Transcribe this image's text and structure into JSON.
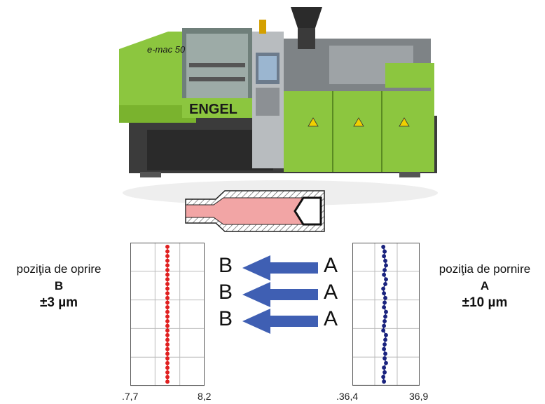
{
  "machine": {
    "model_label": "e-mac 50",
    "brand_label": "ENGEL"
  },
  "left_panel": {
    "title": "poziţia de oprire",
    "letter": "B",
    "tolerance": "±3 µm",
    "axis_min_label": ".7,7",
    "axis_max_label": "8,2",
    "point_color": "#e02020",
    "points": [
      0.5,
      0.5,
      0.5,
      0.5,
      0.5,
      0.5,
      0.5,
      0.5,
      0.5,
      0.5,
      0.5,
      0.5,
      0.5,
      0.5,
      0.5,
      0.5,
      0.5,
      0.5,
      0.5,
      0.5,
      0.5,
      0.5,
      0.5,
      0.5,
      0.5,
      0.5,
      0.5,
      0.5,
      0.5,
      0.5
    ]
  },
  "right_panel": {
    "title": "poziţia de pornire",
    "letter": "A",
    "tolerance": "±10 µm",
    "axis_min_label": ".36,4",
    "axis_max_label": "36,9",
    "point_color": "#1a237e",
    "points": [
      0.46,
      0.48,
      0.47,
      0.49,
      0.5,
      0.48,
      0.47,
      0.5,
      0.49,
      0.46,
      0.47,
      0.49,
      0.48,
      0.47,
      0.5,
      0.49,
      0.48,
      0.47,
      0.46,
      0.5,
      0.49,
      0.48,
      0.47,
      0.49,
      0.48,
      0.5,
      0.47,
      0.48,
      0.46,
      0.47
    ]
  },
  "arrows": [
    {
      "from": "A",
      "to": "B"
    },
    {
      "from": "A",
      "to": "B"
    },
    {
      "from": "A",
      "to": "B"
    }
  ],
  "colors": {
    "machine_green": "#8cc63f",
    "arrow_blue": "#3f5fb3",
    "nozzle_pink": "#f2a5a5"
  }
}
